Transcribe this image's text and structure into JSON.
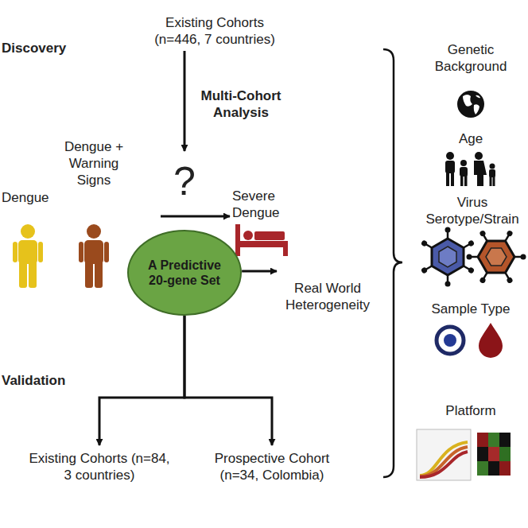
{
  "diagram": {
    "nodes": [
      {
        "text": [
          "Existing Cohorts (n=446, 7 countries)"
        ]
      },
      {
        "text": [
          "Dengue"
        ]
      },
      {
        "text": [
          "Dengue + Warning Signs"
        ]
      },
      {
        "text": [
          "Severe Dengue"
        ]
      },
      {
        "text": [
          "A Predictive 20-gene Set"
        ]
      },
      {
        "text": [
          "Real World Heterogeneity"
        ]
      },
      {
        "text": [
          "Existing Cohorts (n=84, 3 countries)"
        ]
      },
      {
        "text": [
          "Prospective Cohort (n=34, Colombia)"
        ]
      }
    ],
    "edges": [
      {
        "from": 0,
        "to": 4,
        "label": "Multi-Cohort Analysis",
        "arrow": "to"
      },
      {
        "from": 2,
        "to": 3,
        "arrow": "to"
      },
      {
        "from": 4,
        "to": 5,
        "arrow": "to"
      },
      {
        "from": 4,
        "to": 6,
        "arrow": "to"
      },
      {
        "from": 4,
        "to": 7,
        "arrow": "to"
      }
    ],
    "labels": [
      "Discovery",
      "?",
      "Genetic Background",
      "Age",
      "Virus Serotype/Strain",
      "Sample Type",
      "Platform",
      "Validation"
    ]
  }
}
